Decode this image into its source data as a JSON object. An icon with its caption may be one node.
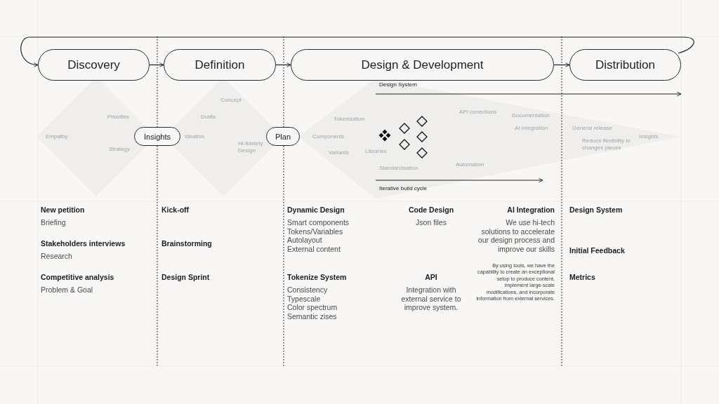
{
  "diagram": {
    "nodes": [
      {
        "text": [
          "Discovery"
        ]
      },
      {
        "text": [
          "Definition"
        ]
      },
      {
        "text": [
          "Design & Development"
        ]
      },
      {
        "text": [
          "Distribution"
        ]
      },
      {
        "text": [
          "Insights"
        ]
      },
      {
        "text": [
          "Plan"
        ]
      }
    ],
    "edges": [
      {
        "from": 0,
        "to": 1,
        "arrow": "to"
      },
      {
        "from": 1,
        "to": 2,
        "arrow": "to"
      },
      {
        "from": 2,
        "to": 3,
        "arrow": "to"
      },
      {
        "from": 3,
        "to": 0,
        "arrow": "to"
      }
    ],
    "labels": [
      "Empathy",
      "Priorities",
      "Strategy",
      "Concept",
      "Drafts",
      "Ideation",
      "Hi-fidelety Design",
      "Tokenization",
      "Components",
      "Variants",
      "Libraries",
      "Design System",
      "API conections",
      "Documentation",
      "AI integration",
      "Standardisation",
      "Automation",
      "Iterative build cycle",
      "General release",
      "Reduce flexibility to changes pieces",
      "Insights",
      "New petition",
      "Briefing",
      "Stakeholders interviews",
      "Research",
      "Competitive analysis",
      "Problem & Goal",
      "Kick-off",
      "Brainstorming",
      "Design Sprint",
      "Dynamic Design",
      "Smart components",
      "Tokens/Variables",
      "Autolayout",
      "External content",
      "Tokenize System",
      "Consistency",
      "Typescale",
      "Color spectrum",
      "Semantic zises",
      "Code Design",
      "Json files",
      "API",
      "Integration with external service to improve system.",
      "AI Integration",
      "We use hi-tech solutions to accelerate our design process and improve our skills",
      "By using tools, we have the capability to create an exceptional setup to produce content, implement large-scale modifications, and incorporate information from external services.",
      "Design System",
      "Initial Feedback",
      "Metrics"
    ]
  }
}
